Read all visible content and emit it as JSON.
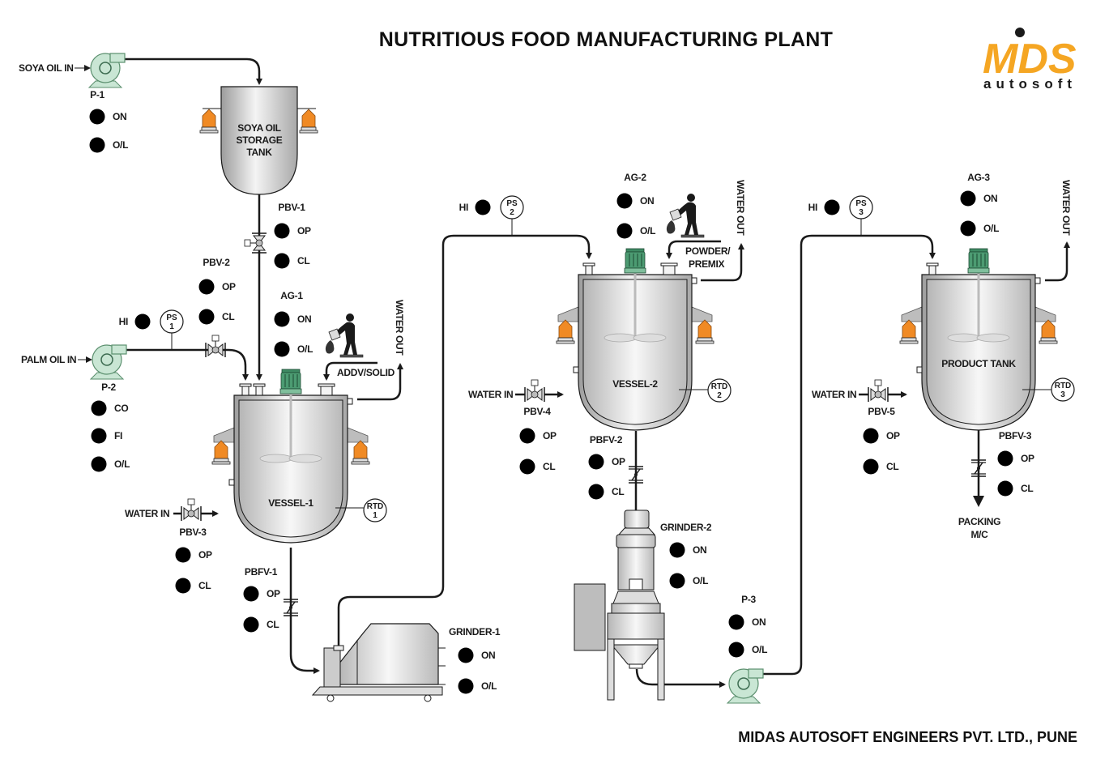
{
  "title": "NUTRITIOUS FOOD MANUFACTURING PLANT",
  "footer": "MIDAS AUTOSOFT ENGINEERS PVT. LTD., PUNE",
  "logo": {
    "brand": "MDS",
    "sub": "autosoft",
    "color": "#f5a623"
  },
  "colors": {
    "indicator": "#e0262b",
    "pump": "#c9e6d4",
    "motor": "#3e8a63",
    "load_cell": "#f08a24"
  },
  "streams": {
    "soya_in": "SOYA OIL IN",
    "palm_in": "PALM OIL IN",
    "water_in_1": "WATER IN",
    "water_in_2": "WATER IN",
    "water_in_3": "WATER IN",
    "water_out_1": "WATER OUT",
    "water_out_2": "WATER OUT",
    "water_out_3": "WATER OUT",
    "addv": "ADDV/SOLID",
    "powder_1": "POWDER/",
    "powder_2": "PREMIX",
    "packing_1": "PACKING",
    "packing_2": "M/C"
  },
  "equipment": {
    "soya_tank": [
      "SOYA OIL",
      "STORAGE",
      "TANK"
    ],
    "vessel1": "VESSEL-1",
    "vessel2": "VESSEL-2",
    "product_tank": "PRODUCT TANK"
  },
  "instruments": {
    "ps1": [
      "PS",
      "1"
    ],
    "ps2": [
      "PS",
      "2"
    ],
    "ps3": [
      "PS",
      "3"
    ],
    "rtd1": [
      "RTD",
      "1"
    ],
    "rtd2": [
      "RTD",
      "2"
    ],
    "rtd3": [
      "RTD",
      "3"
    ]
  },
  "tags": {
    "p1": "P-1",
    "p2": "P-2",
    "p3": "P-3",
    "pbv1": "PBV-1",
    "pbv2": "PBV-2",
    "pbv3": "PBV-3",
    "pbv4": "PBV-4",
    "pbv5": "PBV-5",
    "ag1": "AG-1",
    "ag2": "AG-2",
    "ag3": "AG-3",
    "pbfv1": "PBFV-1",
    "pbfv2": "PBFV-2",
    "pbfv3": "PBFV-3",
    "grinder1": "GRINDER-1",
    "grinder2": "GRINDER-2"
  },
  "indicators": {
    "p1_on": "ON",
    "p1_ol": "O/L",
    "p2_co": "CO",
    "p2_fi": "FI",
    "p2_ol": "O/L",
    "p3_on": "ON",
    "p3_ol": "O/L",
    "pbv1_op": "OP",
    "pbv1_cl": "CL",
    "pbv2_op": "OP",
    "pbv2_cl": "CL",
    "pbv3_op": "OP",
    "pbv3_cl": "CL",
    "pbv4_op": "OP",
    "pbv4_cl": "CL",
    "pbv5_op": "OP",
    "pbv5_cl": "CL",
    "ag1_on": "ON",
    "ag1_ol": "O/L",
    "ag2_on": "ON",
    "ag2_ol": "O/L",
    "ag3_on": "ON",
    "ag3_ol": "O/L",
    "pbfv1_op": "OP",
    "pbfv1_cl": "CL",
    "pbfv2_op": "OP",
    "pbfv2_cl": "CL",
    "pbfv3_op": "OP",
    "pbfv3_cl": "CL",
    "g1_on": "ON",
    "g1_ol": "O/L",
    "g2_on": "ON",
    "g2_ol": "O/L",
    "ps1_hi": "HI",
    "ps2_hi": "HI",
    "ps3_hi": "HI"
  }
}
